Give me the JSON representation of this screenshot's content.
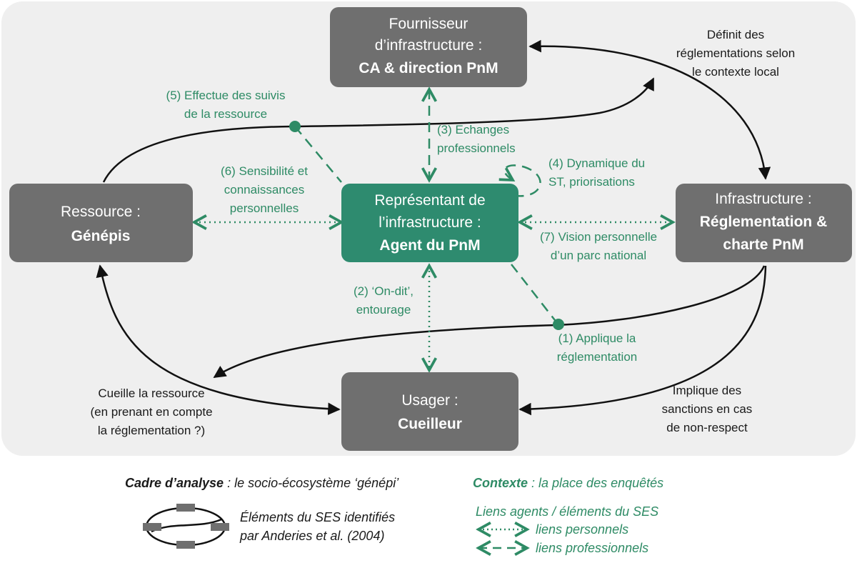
{
  "colors": {
    "node_grey": "#6f6f6f",
    "node_green": "#2e8b6f",
    "accent_green": "#2e8b65",
    "background_panel": "#efefef",
    "text_dark": "#1a1a1a"
  },
  "nodes": {
    "provider": {
      "line1": "Fournisseur",
      "line2": "d’infrastructure :",
      "line3": "CA & direction PnM"
    },
    "resource": {
      "line1": "Ressource :",
      "line2": "Génépis"
    },
    "representative": {
      "line1": "Représentant de",
      "line2": "l’infrastructure :",
      "line3": "Agent du PnM"
    },
    "infrastructure": {
      "line1": "Infrastructure :",
      "line2": "Réglementation &",
      "line3": "charte PnM"
    },
    "user": {
      "line1": "Usager :",
      "line2": "Cueilleur"
    }
  },
  "labels": {
    "defines": [
      "Définit des",
      "réglementations selon",
      "le contexte local"
    ],
    "picks": [
      "Cueille la ressource",
      "(en prenant en compte",
      "la réglementation ?)"
    ],
    "sanctions": [
      "Implique des",
      "sanctions en cas",
      "de non-respect"
    ],
    "link5": [
      "(5) Effectue des suivis",
      "de la ressource"
    ],
    "link3": [
      "(3) Echanges",
      "professionnels"
    ],
    "link4": [
      "(4) Dynamique du",
      "ST, priorisations"
    ],
    "link6": [
      "(6) Sensibilité et",
      "connaissances",
      "personnelles"
    ],
    "link7": [
      "(7) Vision personnelle",
      "d’un parc national"
    ],
    "link2": [
      "(2) ‘On-dit’,",
      "entourage"
    ],
    "link1": [
      "(1) Applique la",
      "réglementation"
    ]
  },
  "legend": {
    "framework_bold": "Cadre d’analyse",
    "framework_rest": " : le socio-écosystème ‘génépi’",
    "context_bold": "Contexte",
    "context_rest": " : la place des enquêtés",
    "ses_elements": [
      "Éléments du SES identifiés",
      "par Anderies et al. (2004)"
    ],
    "links_title": "Liens agents / éléments du SES",
    "personal_links": "liens personnels",
    "professional_links": "liens professionnels"
  }
}
